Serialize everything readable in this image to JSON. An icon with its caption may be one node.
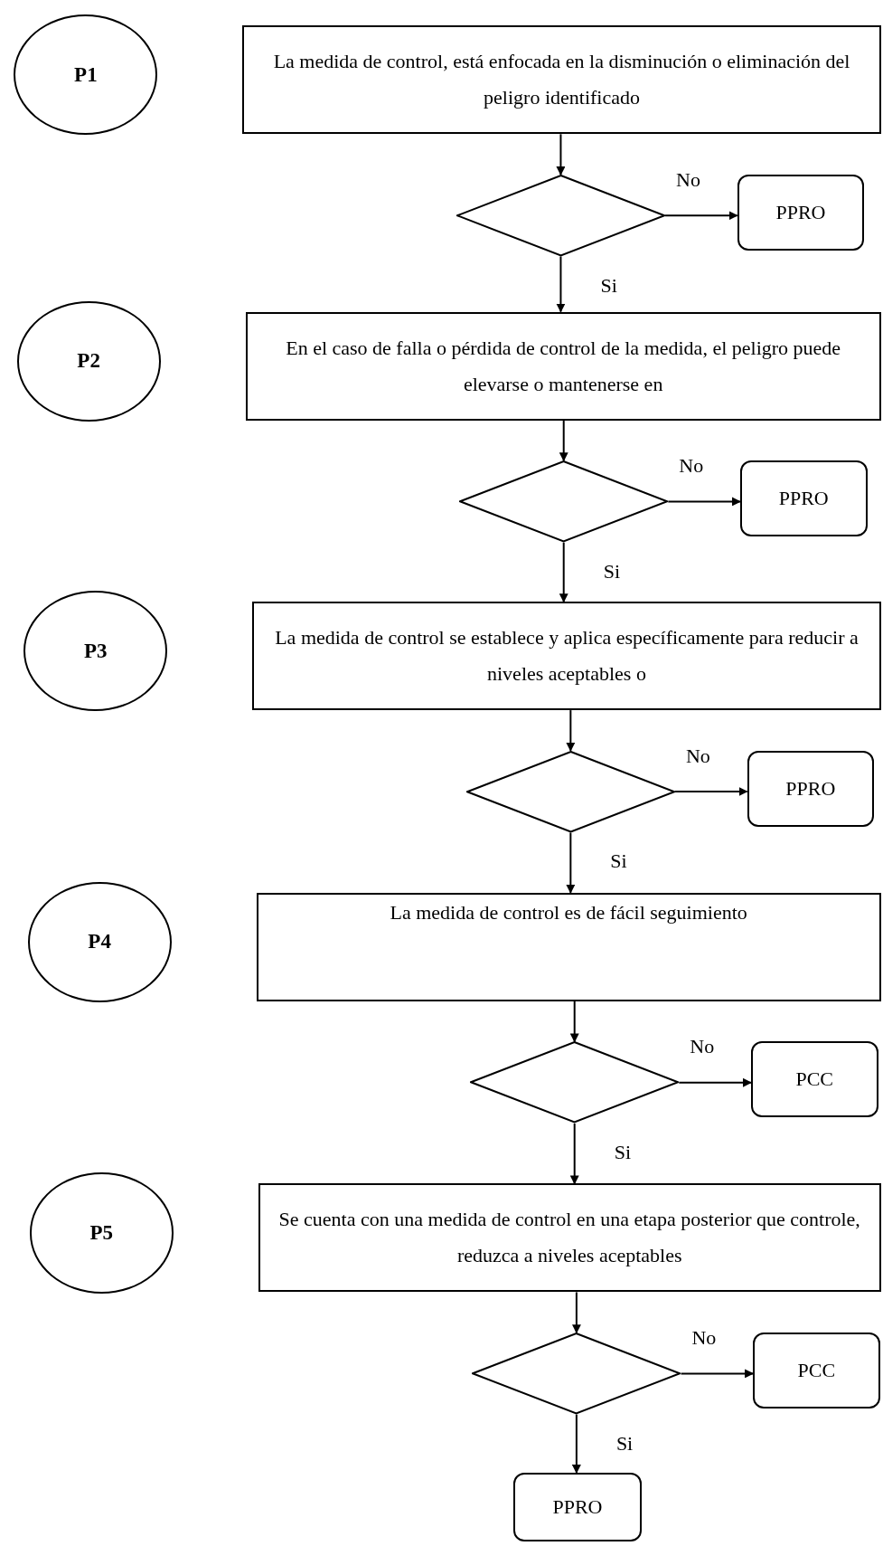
{
  "diagram": {
    "nodes": [
      {
        "text": [
          "P1"
        ]
      },
      {
        "text": [
          "La medida de control, está enfocada en la disminución o eliminación del peligro identificado"
        ]
      },
      {
        "text": [],
        "shape": "diamond"
      },
      {
        "text": [
          "PPRO"
        ]
      },
      {
        "text": [
          "P2"
        ]
      },
      {
        "text": [
          "En el caso de falla o pérdida de control de la medida, el peligro puede elevarse o mantenerse en"
        ]
      },
      {
        "text": [],
        "shape": "diamond"
      },
      {
        "text": [
          "PPRO"
        ]
      },
      {
        "text": [
          "P3"
        ]
      },
      {
        "text": [
          "La medida de control se establece y aplica específicamente para reducir a niveles aceptables o"
        ]
      },
      {
        "text": [],
        "shape": "diamond"
      },
      {
        "text": [
          "PPRO"
        ]
      },
      {
        "text": [
          "P4"
        ]
      },
      {
        "text": [
          "La medida de control es de fácil seguimiento"
        ]
      },
      {
        "text": [],
        "shape": "diamond"
      },
      {
        "text": [
          "PCC"
        ]
      },
      {
        "text": [
          "P5"
        ]
      },
      {
        "text": [
          "Se cuenta con una medida de control en una etapa posterior que controle, reduzca a niveles aceptables"
        ]
      },
      {
        "text": [],
        "shape": "diamond"
      },
      {
        "text": [
          "PCC"
        ]
      },
      {
        "text": [
          "PPRO"
        ]
      }
    ],
    "edges": [
      {
        "from": 1,
        "to": 2,
        "arrow": "to"
      },
      {
        "from": 2,
        "to": 3,
        "arrow": "to",
        "label": "No"
      },
      {
        "from": 2,
        "to": 5,
        "arrow": "to",
        "label": "Si"
      },
      {
        "from": 5,
        "to": 6,
        "arrow": "to"
      },
      {
        "from": 6,
        "to": 7,
        "arrow": "to",
        "label": "No"
      },
      {
        "from": 6,
        "to": 9,
        "arrow": "to",
        "label": "Si"
      },
      {
        "from": 9,
        "to": 10,
        "arrow": "to"
      },
      {
        "from": 10,
        "to": 11,
        "arrow": "to",
        "label": "No"
      },
      {
        "from": 10,
        "to": 13,
        "arrow": "to",
        "label": "Si"
      },
      {
        "from": 13,
        "to": 14,
        "arrow": "to"
      },
      {
        "from": 14,
        "to": 15,
        "arrow": "to",
        "label": "No"
      },
      {
        "from": 14,
        "to": 17,
        "arrow": "to",
        "label": "Si"
      },
      {
        "from": 17,
        "to": 18,
        "arrow": "to"
      },
      {
        "from": 18,
        "to": 19,
        "arrow": "to",
        "label": "No"
      },
      {
        "from": 18,
        "to": 20,
        "arrow": "to",
        "label": "Si"
      }
    ]
  }
}
